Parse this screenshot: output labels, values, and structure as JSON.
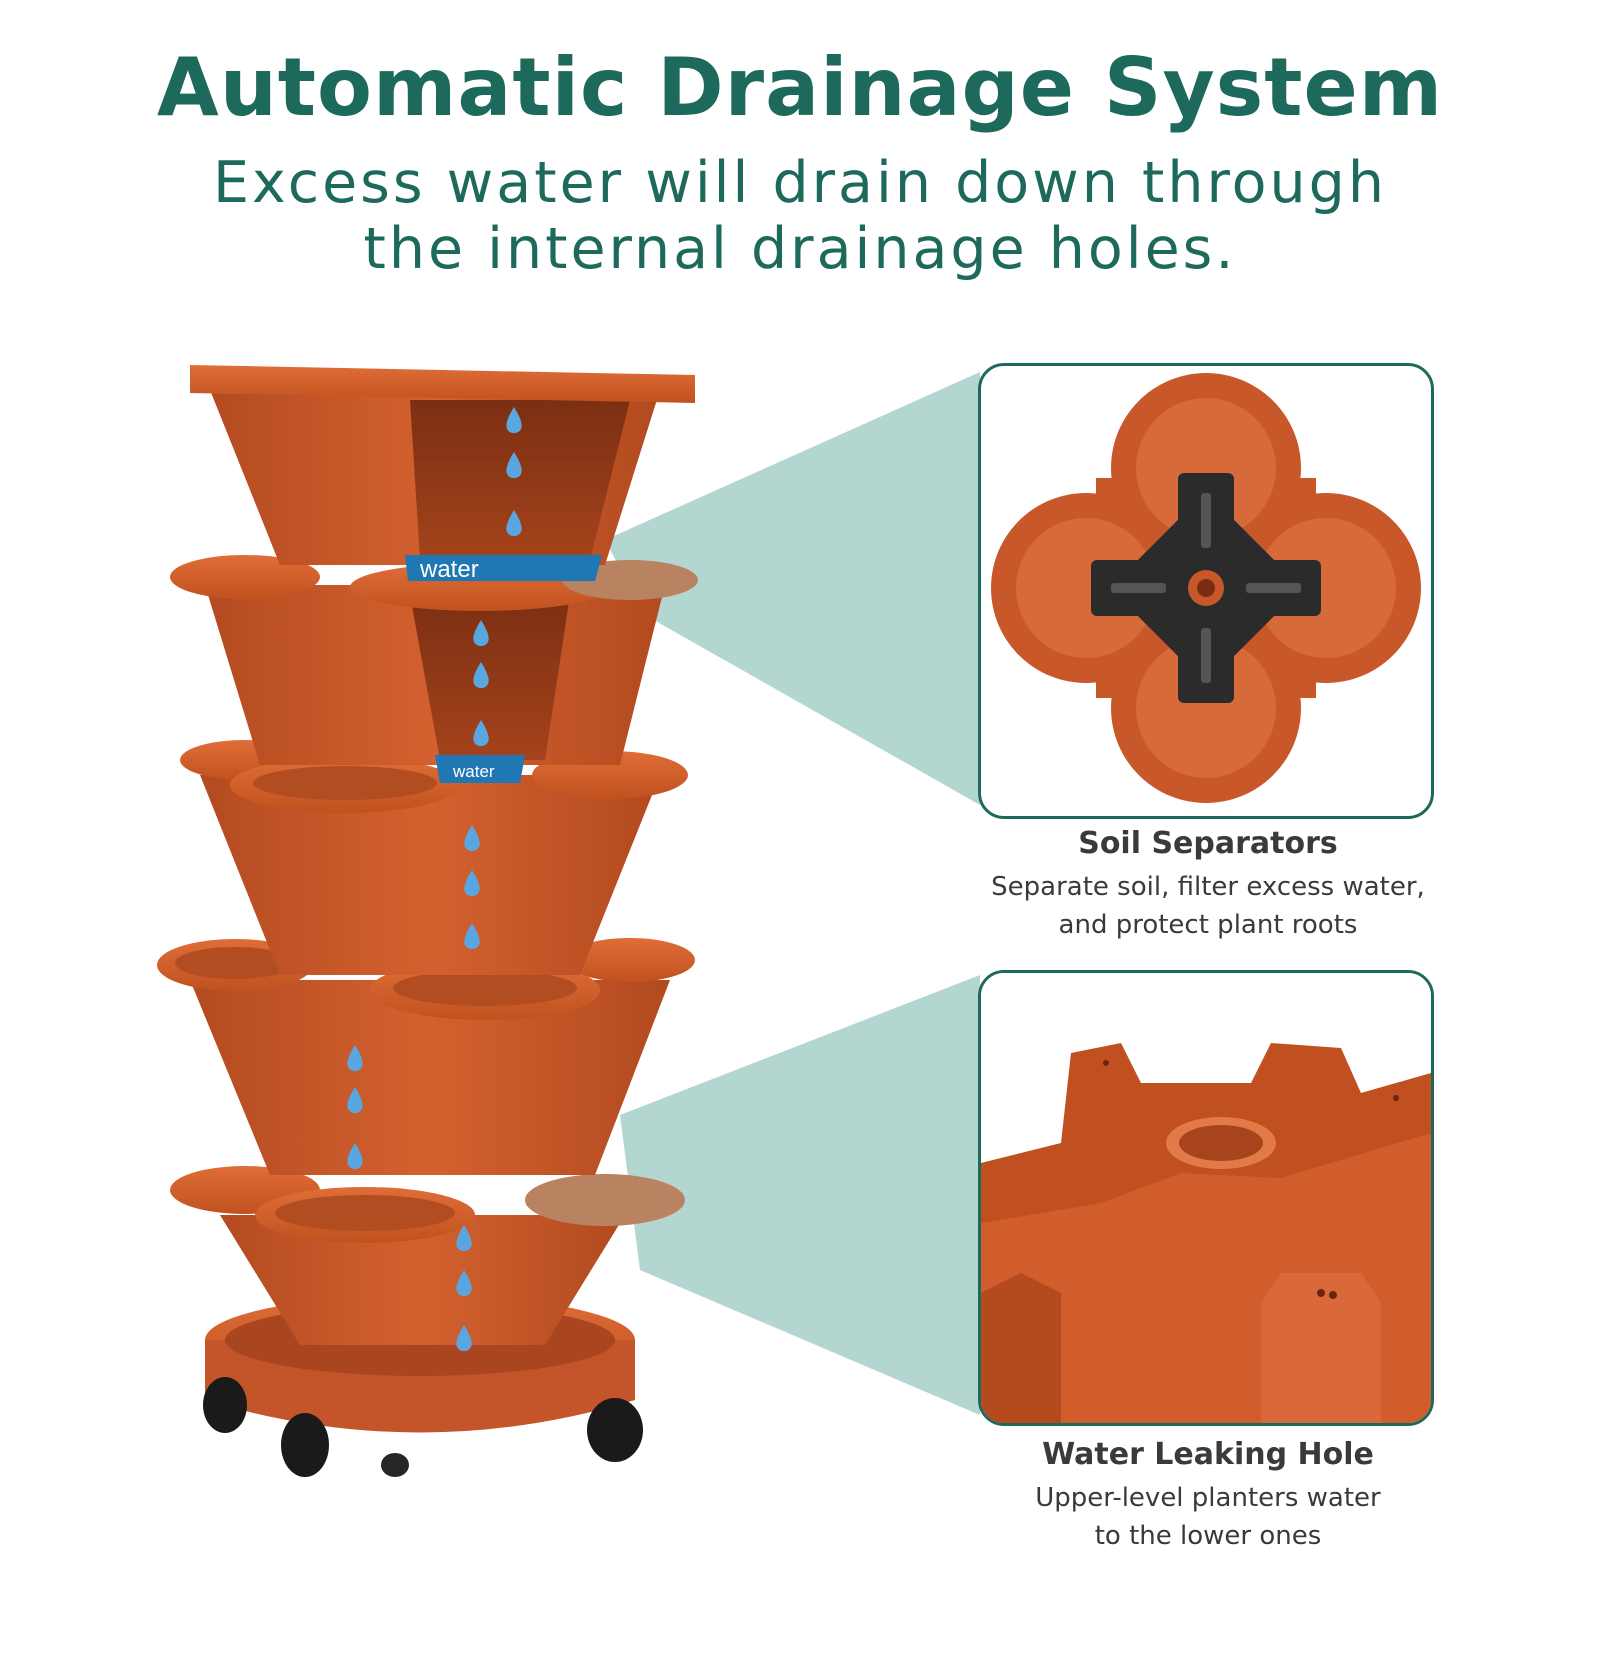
{
  "header": {
    "title": "Automatic Drainage System",
    "subtitle_line1": "Excess water will drain down through",
    "subtitle_line2": "the internal drainage holes."
  },
  "tower": {
    "water_label_top": "water",
    "water_label_mid": "water",
    "tiers": 5
  },
  "features": [
    {
      "title": "Soil Separators",
      "desc_line1": "Separate soil, filter excess water,",
      "desc_line2": "and protect plant roots"
    },
    {
      "title": "Water Leaking Hole",
      "desc_line1": "Upper-level planters water",
      "desc_line2": "to the lower ones"
    }
  ],
  "colors": {
    "accent": "#1d6a5d",
    "terracotta": "#c8582a",
    "terracotta_dark": "#a8441d",
    "water_blue": "#1f78b4",
    "callout": "#b3d6d0"
  }
}
